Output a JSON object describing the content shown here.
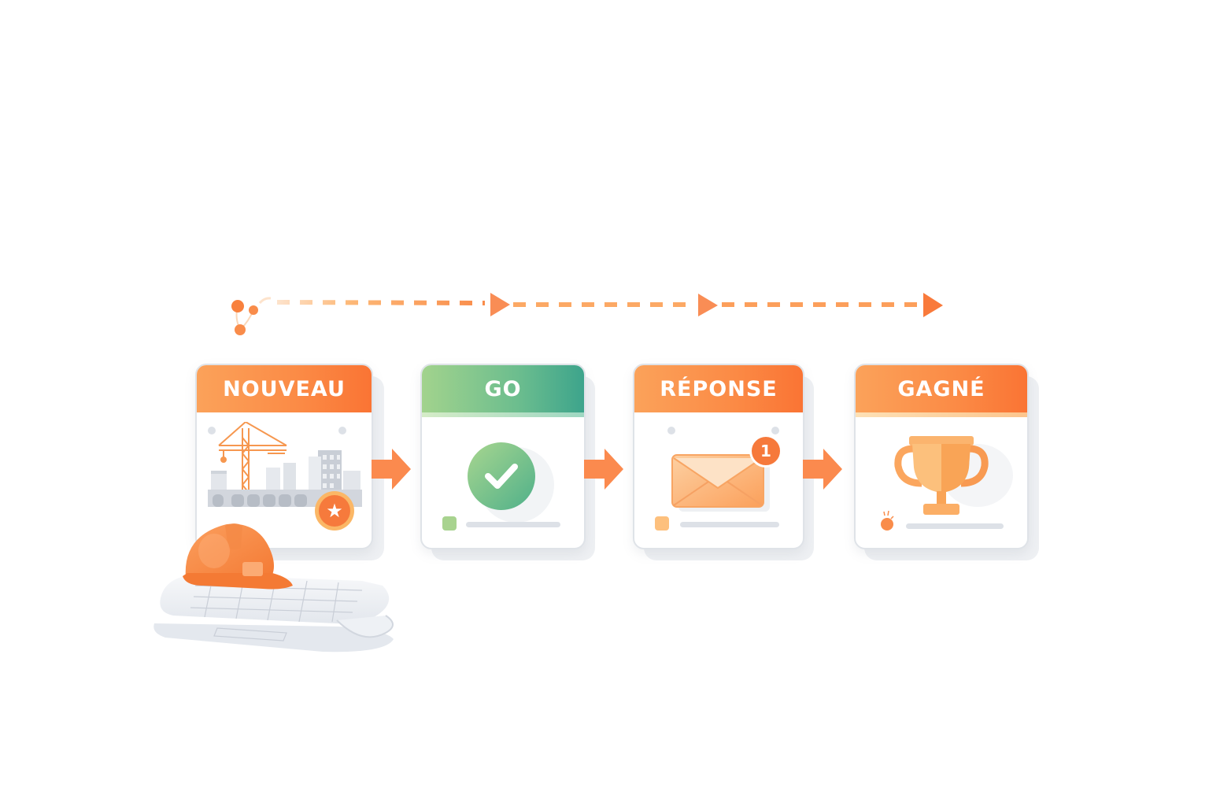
{
  "diagram": {
    "type": "pipeline-flow",
    "language": "fr",
    "colors": {
      "orange": "#fb8a45",
      "orange_light": "#fdb877",
      "green_start": "#a2d38d",
      "green_end": "#3da48c",
      "card_border": "#dfe3e8",
      "placeholder_gray": "#dde1e7"
    },
    "progress_line": {
      "style": "dashed",
      "direction": "left-to-right",
      "start_icon": "network-nodes-icon",
      "arrowheads": 3
    },
    "stages": [
      {
        "id": "nouveau",
        "label": "NOUVEAU",
        "header_color": "orange",
        "illustration": "construction-site-crane-icon",
        "badge": "star-badge-icon"
      },
      {
        "id": "go",
        "label": "GO",
        "header_color": "green",
        "illustration": "checkmark-circle-icon"
      },
      {
        "id": "reponse",
        "label": "RÉPONSE",
        "header_color": "orange",
        "illustration": "envelope-icon",
        "notification_count": "1"
      },
      {
        "id": "gagne",
        "label": "GAGNÉ",
        "header_color": "orange",
        "illustration": "trophy-icon"
      }
    ],
    "decorations": [
      "hard-hat-icon",
      "blueprint-plans-icon"
    ]
  }
}
